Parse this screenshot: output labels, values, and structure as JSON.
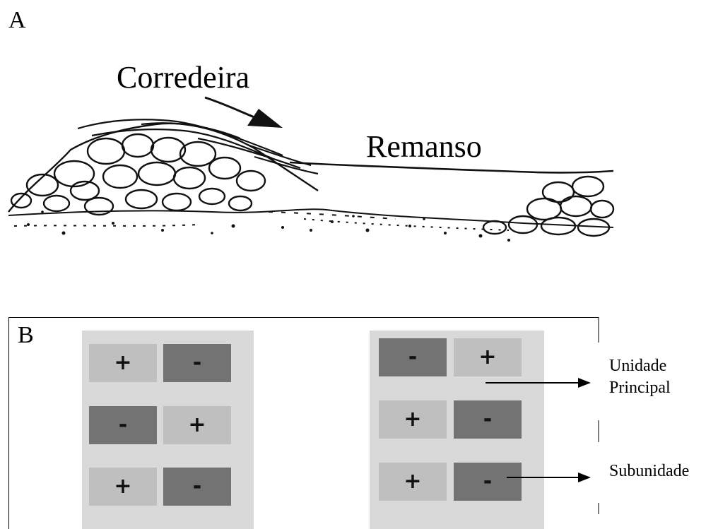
{
  "panel_a": {
    "letter": "A",
    "label_rapid": "Corredeira",
    "label_pool": "Remanso"
  },
  "panel_b": {
    "letter": "B",
    "left_unit": [
      [
        "+",
        "-"
      ],
      [
        "-",
        "+"
      ],
      [
        "+",
        "-"
      ]
    ],
    "right_unit": [
      [
        "-",
        "+"
      ],
      [
        "+",
        "-"
      ],
      [
        "+",
        "-"
      ]
    ],
    "annotation_main": "Unidade Principal",
    "annotation_sub": "Subunidade",
    "colors": {
      "plus_cell": "#bfbfbf",
      "minus_cell": "#737373",
      "unit_background": "#d9d9d9"
    }
  }
}
